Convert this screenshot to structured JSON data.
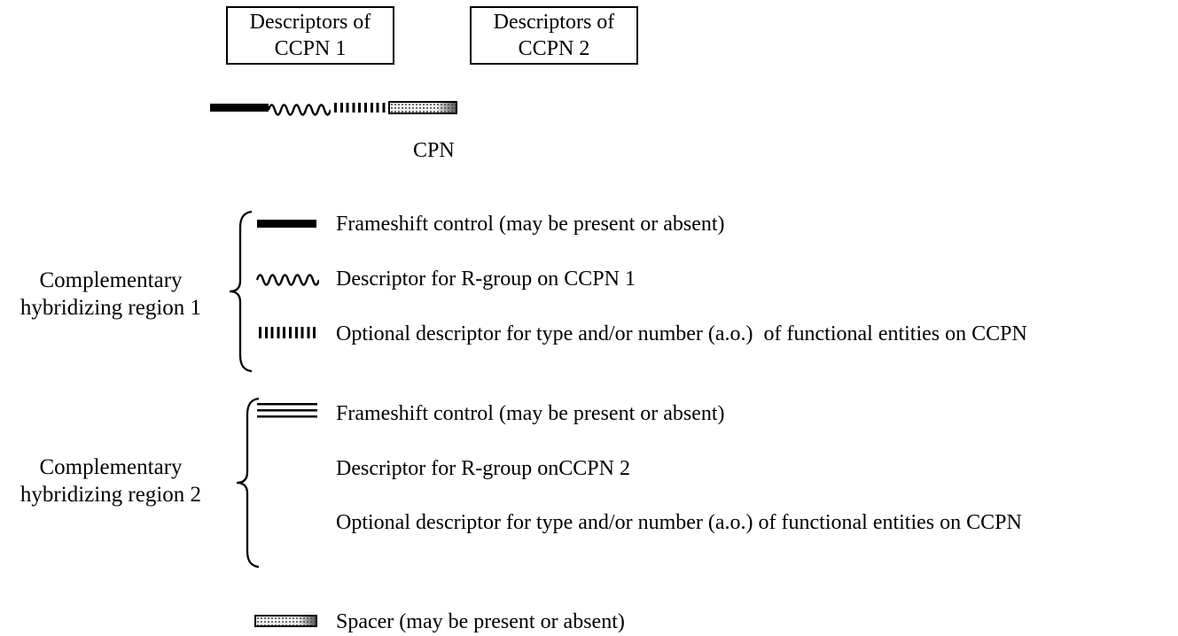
{
  "colors": {
    "foreground": "#000000",
    "background": "#ffffff"
  },
  "header_boxes": [
    {
      "line1": "Descriptors of",
      "line2": "CCPN 1"
    },
    {
      "line1": "Descriptors of",
      "line2": "CCPN 2"
    }
  ],
  "cpn": {
    "label": "CPN",
    "segments": [
      {
        "name": "frameshift-control",
        "style": "solid-bar"
      },
      {
        "name": "r-group-descriptor",
        "style": "wavy-line"
      },
      {
        "name": "functional-entities-descriptor",
        "style": "vertical-ticks"
      },
      {
        "name": "spacer",
        "style": "stippled-bar"
      }
    ]
  },
  "region1": {
    "label_line1": "Complementary",
    "label_line2": "hybridizing region 1",
    "items": [
      {
        "symbol": "solid-bar",
        "label": "Frameshift control (may be present or absent)"
      },
      {
        "symbol": "wavy-line",
        "label": "Descriptor for R-group on CCPN 1"
      },
      {
        "symbol": "vertical-ticks",
        "label": "Optional descriptor for type and/or number (a.o.)  of functional entities on CCPN"
      }
    ]
  },
  "region2": {
    "label_line1": "Complementary",
    "label_line2": "hybridizing region 2",
    "items": [
      {
        "symbol": "triple-lines",
        "label": "Frameshift control (may be present or absent)"
      },
      {
        "symbol": "none",
        "label": "Descriptor for R-group onCCPN 2"
      },
      {
        "symbol": "none",
        "label": "Optional descriptor for type and/or number (a.o.) of functional entities on CCPN"
      }
    ]
  },
  "spacer_legend": {
    "symbol": "stippled-bar",
    "label": "Spacer (may be present or absent)"
  }
}
